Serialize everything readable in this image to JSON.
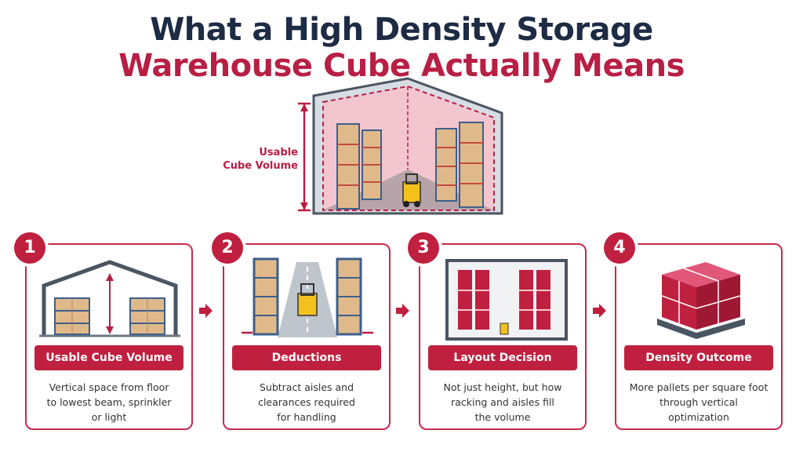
{
  "title": {
    "line1": "What a High Density Storage",
    "line2": "Warehouse Cube Actually Means"
  },
  "hero": {
    "label_line1": "Usable",
    "label_line2": "Cube Volume"
  },
  "steps": [
    {
      "number": "1",
      "label": "Usable Cube Volume",
      "desc": [
        "Vertical space from floor",
        "to lowest beam, sprinkler",
        "or light"
      ],
      "icon": "warehouse-cross-section-icon"
    },
    {
      "number": "2",
      "label": "Deductions",
      "desc": [
        "Subtract aisles and",
        "clearances required",
        "for handling"
      ],
      "icon": "aisle-forklift-icon"
    },
    {
      "number": "3",
      "label": "Layout Decision",
      "desc": [
        "Not just height, but how",
        "racking and aisles fill",
        "the volume"
      ],
      "icon": "floor-plan-icon"
    },
    {
      "number": "4",
      "label": "Density Outcome",
      "desc": [
        "More pallets per square foot",
        "through vertical",
        "optimization"
      ],
      "icon": "pallet-stack-icon"
    }
  ],
  "colors": {
    "accent": "#c0203f",
    "title_dark": "#1d2b44",
    "border": "#c52a4d"
  }
}
